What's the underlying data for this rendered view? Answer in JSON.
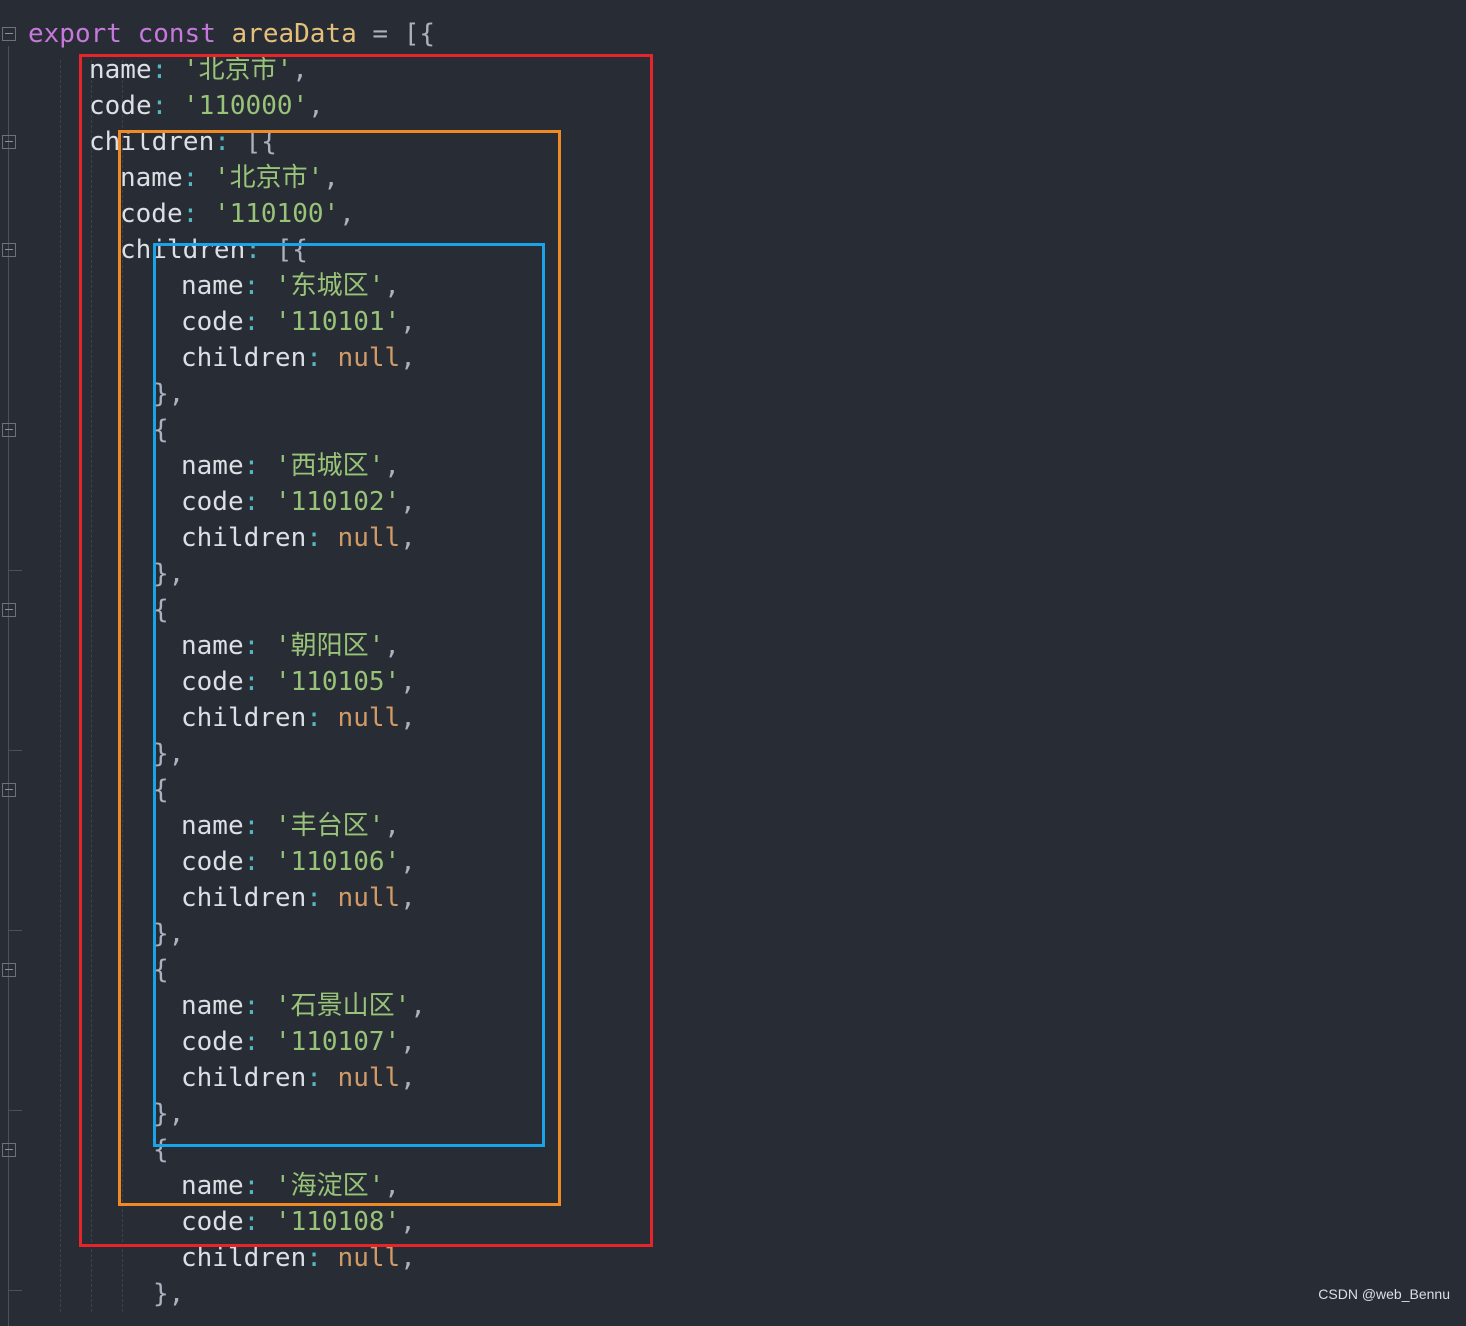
{
  "colors": {
    "background": "#282c34",
    "keyword": "#c678dd",
    "variable": "#e5c07b",
    "punct": "#abb2bf",
    "property": "#dcdfe4",
    "colon": "#56b6c2",
    "string": "#98c379",
    "null": "#d19a66",
    "box_red": "#e5252a",
    "box_orange": "#f08a24",
    "box_blue": "#1aa3e8"
  },
  "code_lines": [
    [
      {
        "t": "export",
        "c": "keyword"
      },
      {
        "t": " ",
        "c": "punct"
      },
      {
        "t": "const",
        "c": "keyword"
      },
      {
        "t": " ",
        "c": "punct"
      },
      {
        "t": "areaData",
        "c": "variable"
      },
      {
        "t": " = ",
        "c": "punct"
      },
      {
        "t": "[{",
        "c": "punct"
      }
    ],
    [
      {
        "t": "name",
        "c": "property"
      },
      {
        "t": ": ",
        "c": "colon"
      },
      {
        "t": "'北京市'",
        "c": "string"
      },
      {
        "t": ",",
        "c": "punct"
      }
    ],
    [
      {
        "t": "code",
        "c": "property"
      },
      {
        "t": ": ",
        "c": "colon"
      },
      {
        "t": "'110000'",
        "c": "string"
      },
      {
        "t": ",",
        "c": "punct"
      }
    ],
    [
      {
        "t": "children",
        "c": "property"
      },
      {
        "t": ": ",
        "c": "colon"
      },
      {
        "t": "[{",
        "c": "punct"
      }
    ],
    [
      {
        "t": "name",
        "c": "property"
      },
      {
        "t": ": ",
        "c": "colon"
      },
      {
        "t": "'北京市'",
        "c": "string"
      },
      {
        "t": ",",
        "c": "punct"
      }
    ],
    [
      {
        "t": "code",
        "c": "property"
      },
      {
        "t": ": ",
        "c": "colon"
      },
      {
        "t": "'110100'",
        "c": "string"
      },
      {
        "t": ",",
        "c": "punct"
      }
    ],
    [
      {
        "t": "children",
        "c": "property"
      },
      {
        "t": ": ",
        "c": "colon"
      },
      {
        "t": "[{",
        "c": "punct"
      }
    ],
    [
      {
        "t": "name",
        "c": "property"
      },
      {
        "t": ": ",
        "c": "colon"
      },
      {
        "t": "'东城区'",
        "c": "string"
      },
      {
        "t": ",",
        "c": "punct"
      }
    ],
    [
      {
        "t": "code",
        "c": "property"
      },
      {
        "t": ": ",
        "c": "colon"
      },
      {
        "t": "'110101'",
        "c": "string"
      },
      {
        "t": ",",
        "c": "punct"
      }
    ],
    [
      {
        "t": "children",
        "c": "property"
      },
      {
        "t": ": ",
        "c": "colon"
      },
      {
        "t": "null",
        "c": "null"
      },
      {
        "t": ",",
        "c": "punct"
      }
    ],
    [
      {
        "t": "},",
        "c": "punct"
      }
    ],
    [
      {
        "t": "{",
        "c": "punct"
      }
    ],
    [
      {
        "t": "name",
        "c": "property"
      },
      {
        "t": ": ",
        "c": "colon"
      },
      {
        "t": "'西城区'",
        "c": "string"
      },
      {
        "t": ",",
        "c": "punct"
      }
    ],
    [
      {
        "t": "code",
        "c": "property"
      },
      {
        "t": ": ",
        "c": "colon"
      },
      {
        "t": "'110102'",
        "c": "string"
      },
      {
        "t": ",",
        "c": "punct"
      }
    ],
    [
      {
        "t": "children",
        "c": "property"
      },
      {
        "t": ": ",
        "c": "colon"
      },
      {
        "t": "null",
        "c": "null"
      },
      {
        "t": ",",
        "c": "punct"
      }
    ],
    [
      {
        "t": "},",
        "c": "punct"
      }
    ],
    [
      {
        "t": "{",
        "c": "punct"
      }
    ],
    [
      {
        "t": "name",
        "c": "property"
      },
      {
        "t": ": ",
        "c": "colon"
      },
      {
        "t": "'朝阳区'",
        "c": "string"
      },
      {
        "t": ",",
        "c": "punct"
      }
    ],
    [
      {
        "t": "code",
        "c": "property"
      },
      {
        "t": ": ",
        "c": "colon"
      },
      {
        "t": "'110105'",
        "c": "string"
      },
      {
        "t": ",",
        "c": "punct"
      }
    ],
    [
      {
        "t": "children",
        "c": "property"
      },
      {
        "t": ": ",
        "c": "colon"
      },
      {
        "t": "null",
        "c": "null"
      },
      {
        "t": ",",
        "c": "punct"
      }
    ],
    [
      {
        "t": "},",
        "c": "punct"
      }
    ],
    [
      {
        "t": "{",
        "c": "punct"
      }
    ],
    [
      {
        "t": "name",
        "c": "property"
      },
      {
        "t": ": ",
        "c": "colon"
      },
      {
        "t": "'丰台区'",
        "c": "string"
      },
      {
        "t": ",",
        "c": "punct"
      }
    ],
    [
      {
        "t": "code",
        "c": "property"
      },
      {
        "t": ": ",
        "c": "colon"
      },
      {
        "t": "'110106'",
        "c": "string"
      },
      {
        "t": ",",
        "c": "punct"
      }
    ],
    [
      {
        "t": "children",
        "c": "property"
      },
      {
        "t": ": ",
        "c": "colon"
      },
      {
        "t": "null",
        "c": "null"
      },
      {
        "t": ",",
        "c": "punct"
      }
    ],
    [
      {
        "t": "},",
        "c": "punct"
      }
    ],
    [
      {
        "t": "{",
        "c": "punct"
      }
    ],
    [
      {
        "t": "name",
        "c": "property"
      },
      {
        "t": ": ",
        "c": "colon"
      },
      {
        "t": "'石景山区'",
        "c": "string"
      },
      {
        "t": ",",
        "c": "punct"
      }
    ],
    [
      {
        "t": "code",
        "c": "property"
      },
      {
        "t": ": ",
        "c": "colon"
      },
      {
        "t": "'110107'",
        "c": "string"
      },
      {
        "t": ",",
        "c": "punct"
      }
    ],
    [
      {
        "t": "children",
        "c": "property"
      },
      {
        "t": ": ",
        "c": "colon"
      },
      {
        "t": "null",
        "c": "null"
      },
      {
        "t": ",",
        "c": "punct"
      }
    ],
    [
      {
        "t": "},",
        "c": "punct"
      }
    ],
    [
      {
        "t": "{",
        "c": "punct"
      }
    ],
    [
      {
        "t": "name",
        "c": "property"
      },
      {
        "t": ": ",
        "c": "colon"
      },
      {
        "t": "'海淀区'",
        "c": "string"
      },
      {
        "t": ",",
        "c": "punct"
      }
    ],
    [
      {
        "t": "code",
        "c": "property"
      },
      {
        "t": ": ",
        "c": "colon"
      },
      {
        "t": "'110108'",
        "c": "string"
      },
      {
        "t": ",",
        "c": "punct"
      }
    ],
    [
      {
        "t": "children",
        "c": "property"
      },
      {
        "t": ": ",
        "c": "colon"
      },
      {
        "t": "null",
        "c": "null"
      },
      {
        "t": ",",
        "c": "punct"
      }
    ],
    [
      {
        "t": "},",
        "c": "punct"
      }
    ]
  ],
  "watermark": "CSDN @web_Bennu"
}
